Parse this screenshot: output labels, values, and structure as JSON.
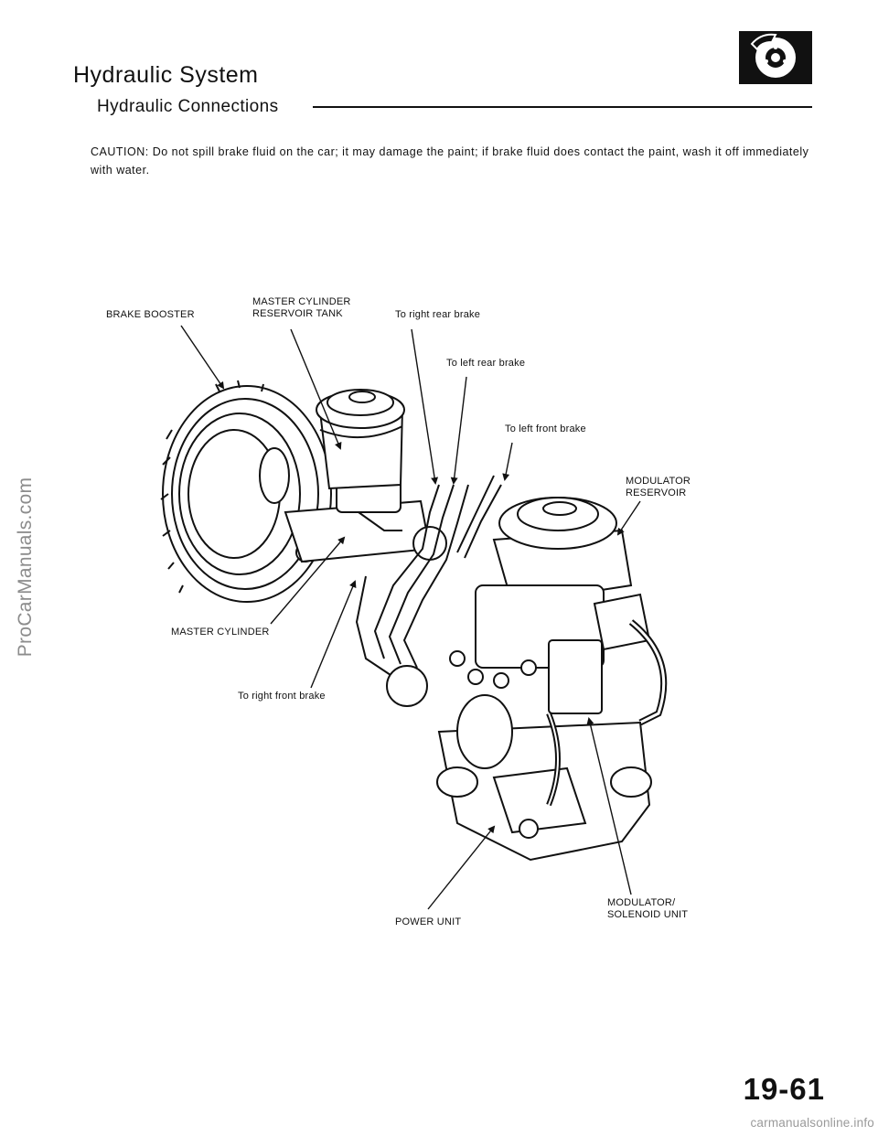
{
  "header": {
    "title": "Hydraulic System",
    "subtitle": "Hydraulic Connections",
    "section_icon": "disc-brake-icon"
  },
  "caution": "CAUTION:  Do not spill brake fluid on the car; it may damage the paint; if brake fluid does contact the paint, wash it off immediately with water.",
  "labels": {
    "brake_booster": "BRAKE BOOSTER",
    "master_cylinder_reservoir_line1": "MASTER CYLINDER",
    "master_cylinder_reservoir_line2": "RESERVOIR TANK",
    "to_right_rear_brake": "To right rear brake",
    "to_left_rear_brake": "To left rear brake",
    "to_left_front_brake": "To left front brake",
    "modulator_reservoir_line1": "MODULATOR",
    "modulator_reservoir_line2": "RESERVOIR",
    "master_cylinder": "MASTER CYLINDER",
    "to_right_front_brake": "To right front brake",
    "modulator_solenoid_line1": "MODULATOR/",
    "modulator_solenoid_line2": "SOLENOID UNIT",
    "power_unit": "POWER UNIT"
  },
  "footer": {
    "page_number": "19-61",
    "watermark_side": "ProCarManuals.com",
    "watermark_bottom": "carmanualsonline.info"
  }
}
